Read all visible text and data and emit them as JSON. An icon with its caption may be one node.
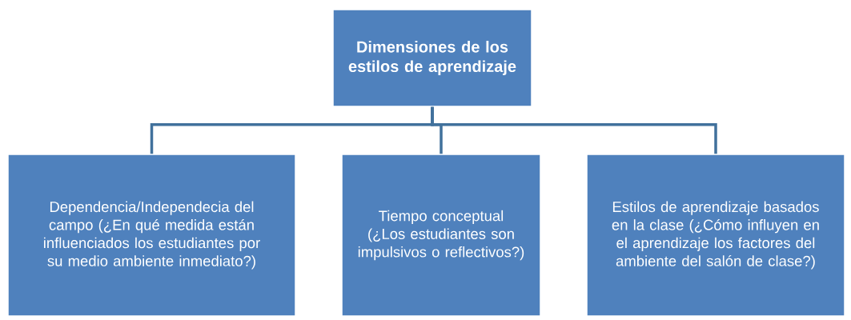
{
  "diagram": {
    "nodes": [
      {
        "text": [
          "Dimensiones de los estilos de aprendizaje"
        ]
      },
      {
        "text": [
          "Dependencia/Independecia del campo (¿En qué medida están influenciados los estudiantes por su medio ambiente inmediato?)"
        ]
      },
      {
        "text": [
          "Tiempo conceptual (¿Los estudiantes son impulsivos o reflectivos?)"
        ]
      },
      {
        "text": [
          "Estilos de aprendizaje basados en la clase (¿Cómo influyen en el aprendizaje los factores del ambiente del salón de clase?)"
        ]
      }
    ],
    "edges": [
      {
        "from": 0,
        "to": 1,
        "arrow": "none"
      },
      {
        "from": 0,
        "to": 2,
        "arrow": "none"
      },
      {
        "from": 0,
        "to": 3,
        "arrow": "none"
      }
    ]
  }
}
